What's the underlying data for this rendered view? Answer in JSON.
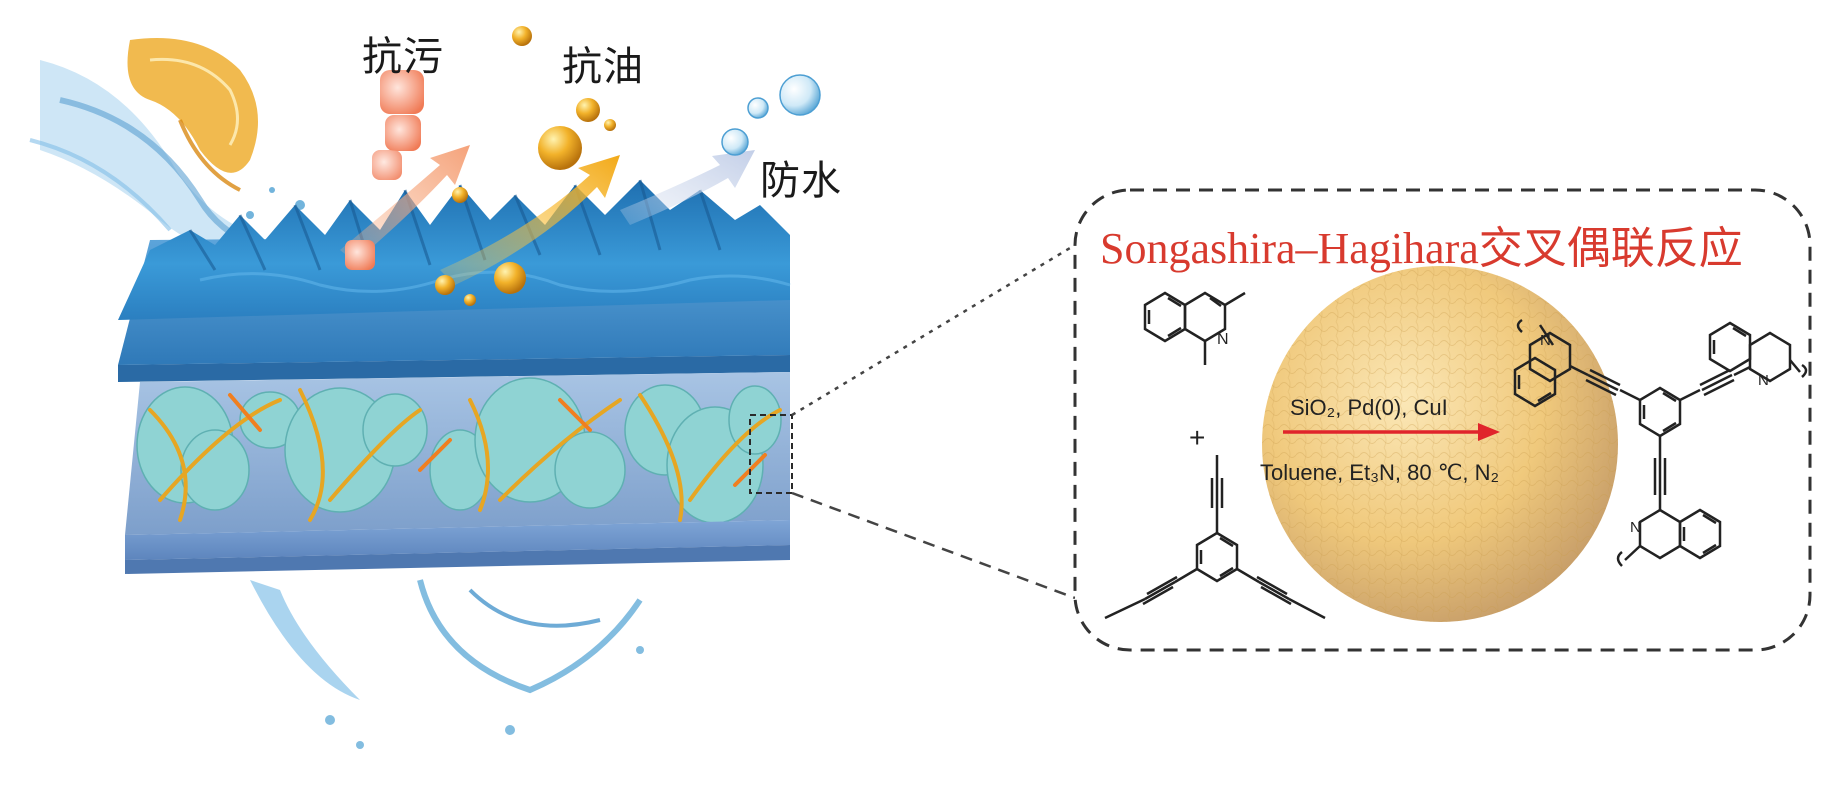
{
  "labels": {
    "antifouling": "抗污",
    "oil_resistant": "抗油",
    "waterproof": "防水"
  },
  "inset": {
    "title": "Songashira–Hagihara交叉偶联反应",
    "plus": "+",
    "conditions_top": "SiO₂, Pd(0), CuI",
    "conditions_bottom": "Toluene, Et₃N, 80 ℃, N₂",
    "atom_n": "N"
  },
  "colors": {
    "surface_blue": "#2f8fd0",
    "sublayer_blue": "#8fb0d8",
    "particle_teal": "#8fd3d3",
    "fiber_gold": "#e6a623",
    "title_red": "#d83a2e",
    "arrow_red": "#e0242b",
    "sphere": "#f1cf86"
  }
}
